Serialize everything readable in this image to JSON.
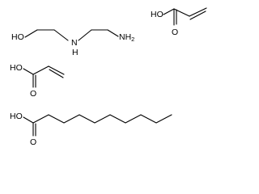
{
  "molecules": [
    {
      "name": "aminoethylethanolamine",
      "labels": {
        "hydroxyl": "HO",
        "amine": "H",
        "amine_n": "N",
        "amino_n": "NH",
        "amino_sub": "2"
      }
    },
    {
      "name": "acrylic-acid-top",
      "labels": {
        "hydroxyl": "HO",
        "carbonyl": "O"
      }
    },
    {
      "name": "acrylic-acid-middle",
      "labels": {
        "hydroxyl": "HO",
        "carbonyl": "O"
      }
    },
    {
      "name": "decanoic-acid",
      "labels": {
        "hydroxyl": "HO",
        "carbonyl": "O"
      }
    }
  ]
}
